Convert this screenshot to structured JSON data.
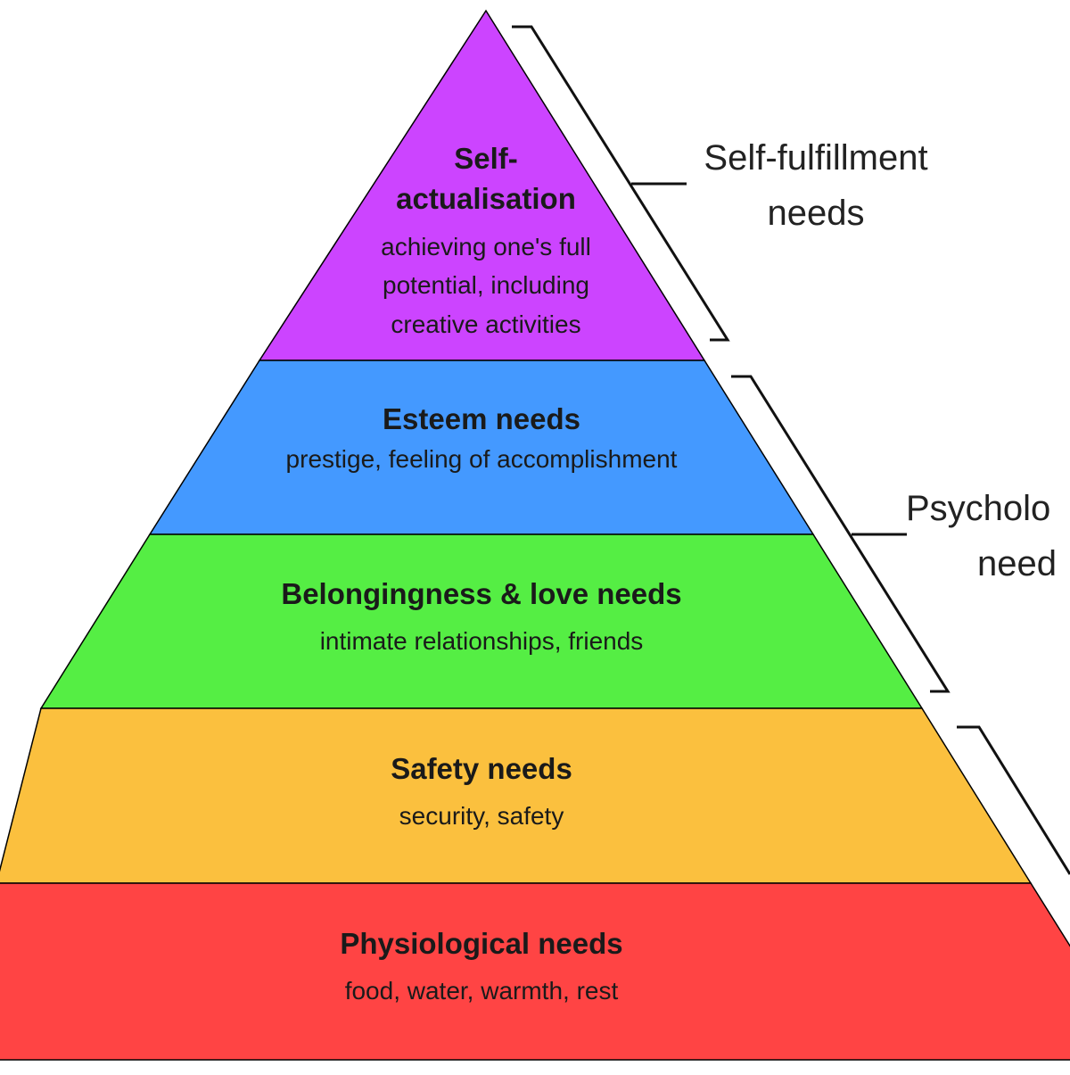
{
  "levels": [
    {
      "title": "Self-\nactualisation",
      "desc": "achieving one's full\npotential, including\ncreative activities",
      "color": "#cc44ff"
    },
    {
      "title": "Esteem needs",
      "desc": "prestige, feeling of accomplishment",
      "color": "#4499ff"
    },
    {
      "title": "Belongingness & love needs",
      "desc": "intimate relationships, friends",
      "color": "#55ee44"
    },
    {
      "title": "Safety needs",
      "desc": "security, safety",
      "color": "#fbc03e"
    },
    {
      "title": "Physiological needs",
      "desc": "food, water, warmth, rest",
      "color": "#ff4444"
    }
  ],
  "groups": [
    {
      "label": "Self-fulfillment\nneeds"
    },
    {
      "label": "Psycholo\nneed"
    }
  ]
}
